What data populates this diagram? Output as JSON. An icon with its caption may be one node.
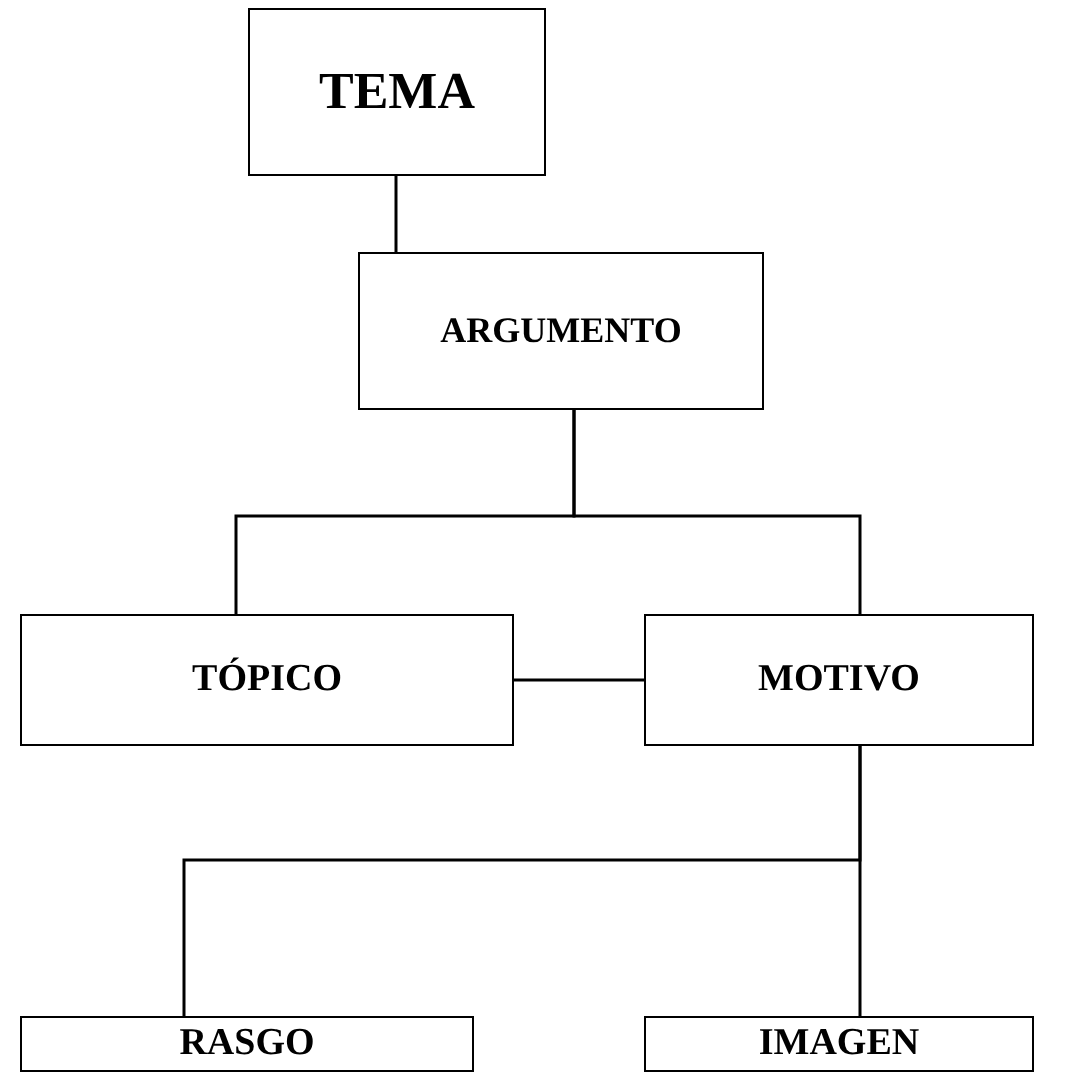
{
  "diagram": {
    "nodes": [
      {
        "text": [
          "TEMA"
        ]
      },
      {
        "text": [
          "ARGUMENTO"
        ]
      },
      {
        "text": [
          "TÓPICO"
        ]
      },
      {
        "text": [
          "MOTIVO"
        ]
      },
      {
        "text": [
          "RASGO"
        ]
      },
      {
        "text": [
          "IMAGEN"
        ]
      }
    ],
    "edges": [
      {
        "from": 0,
        "to": 1,
        "arrow": "none"
      },
      {
        "from": 1,
        "to": 2,
        "arrow": "none"
      },
      {
        "from": 1,
        "to": 3,
        "arrow": "none"
      },
      {
        "from": 2,
        "to": 3,
        "arrow": "none"
      },
      {
        "from": 3,
        "to": 4,
        "arrow": "none"
      },
      {
        "from": 3,
        "to": 5,
        "arrow": "none"
      }
    ]
  }
}
